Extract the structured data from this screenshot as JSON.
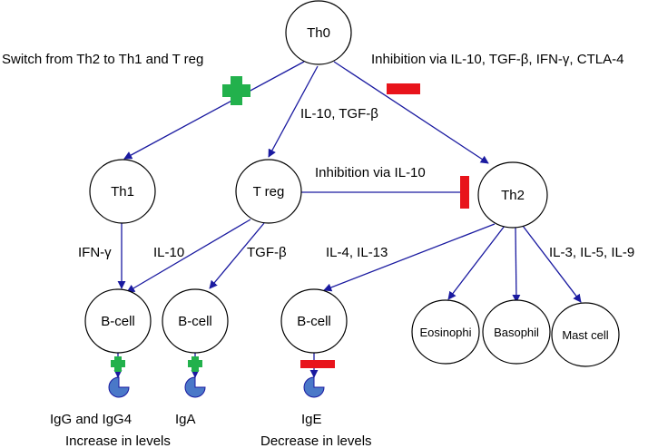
{
  "colors": {
    "edge": "#1a1aa0",
    "promote": "#22b14c",
    "inhibit": "#e8141b",
    "antibody": "#4a78c8"
  },
  "nodes": {
    "th0": "Th0",
    "th1": "Th1",
    "treg": "T reg",
    "th2": "Th2",
    "bcell1": "B-cell",
    "bcell2": "B-cell",
    "bcell3": "B-cell",
    "eosinophil": "Eosinophi",
    "basophil": "Basophil",
    "mastcell": "Mast cell"
  },
  "labels": {
    "switch": "Switch from Th2 to Th1 and T reg",
    "inhibition_top": "Inhibition via IL-10, TGF-β, IFN-γ, CTLA-4",
    "il10_tgfb": "IL-10, TGF-β",
    "inhibition_il10": "Inhibition via IL-10",
    "ifng": "IFN-γ",
    "il10": "IL-10",
    "tgfb": "TGF-β",
    "il4_il13": "IL-4, IL-13",
    "il3_il5_il9": "IL-3, IL-5, IL-9",
    "igg": "IgG and IgG4",
    "iga": "IgA",
    "ige": "IgE",
    "increase": "Increase in levels",
    "decrease": "Decrease in levels"
  }
}
